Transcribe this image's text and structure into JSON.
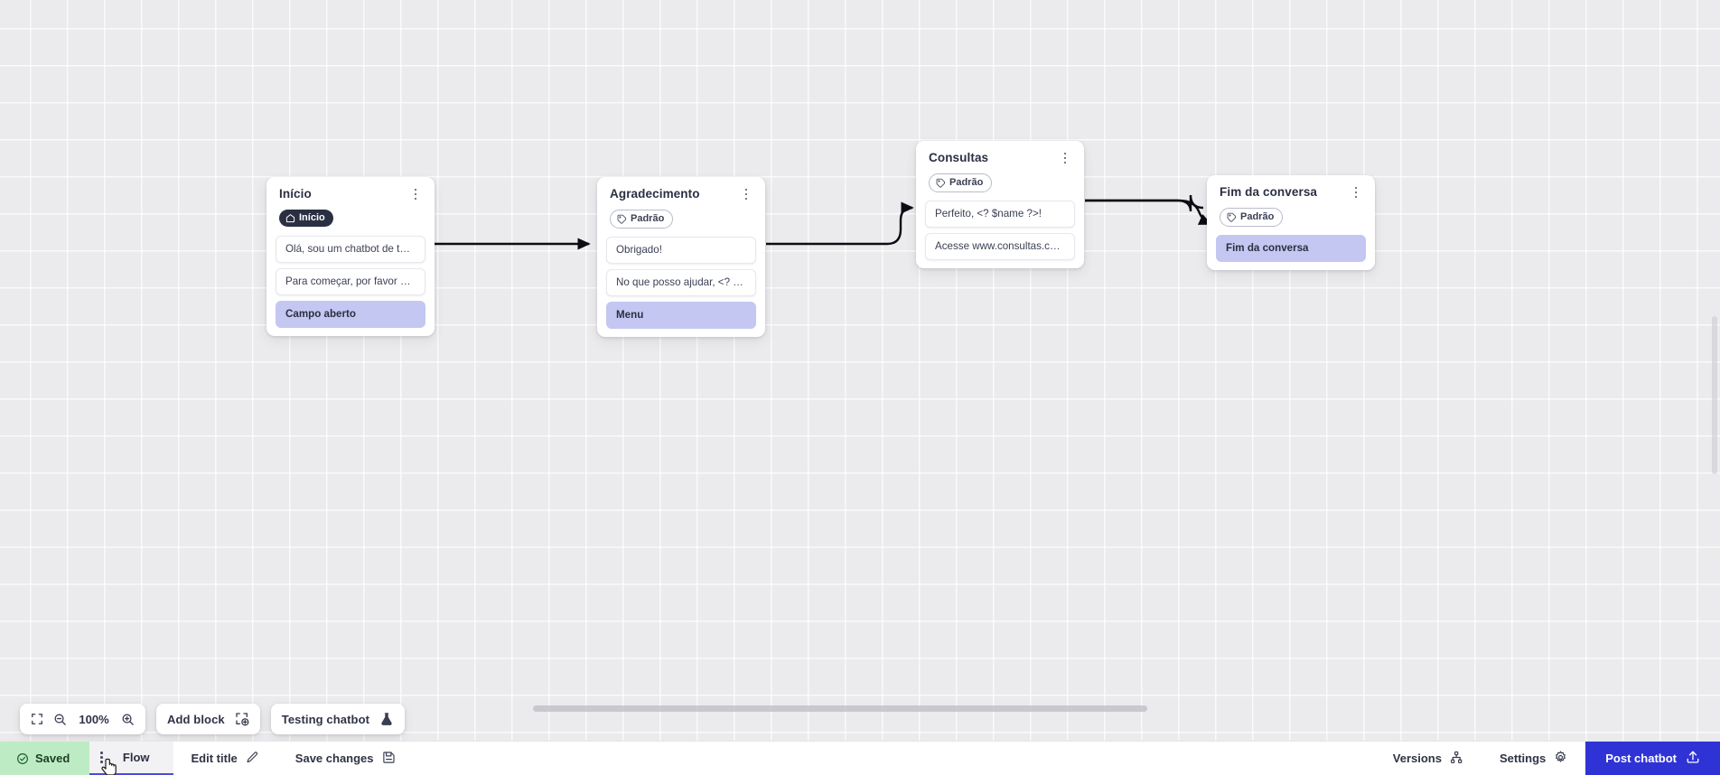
{
  "canvas": {
    "zoom_level": "100%",
    "nodes": [
      {
        "id": "inicio",
        "title": "Início",
        "badge": {
          "label": "Início",
          "icon": "home-icon",
          "style": "home"
        },
        "rows": [
          {
            "text": "Olá, sou um chatbot de teste!",
            "accent": false
          },
          {
            "text": "Para começar, por favor digite o ...",
            "accent": false
          },
          {
            "text": "Campo aberto",
            "accent": true
          }
        ]
      },
      {
        "id": "agradecimento",
        "title": "Agradecimento",
        "badge": {
          "label": "Padrão",
          "icon": "tag-icon",
          "style": "default"
        },
        "rows": [
          {
            "text": "Obrigado!",
            "accent": false
          },
          {
            "text": "No que posso ajudar, <? $name ...",
            "accent": false
          },
          {
            "text": "Menu",
            "accent": true
          }
        ]
      },
      {
        "id": "consultas",
        "title": "Consultas",
        "badge": {
          "label": "Padrão",
          "icon": "tag-icon",
          "style": "default"
        },
        "rows": [
          {
            "text": "Perfeito, <? $name ?>!",
            "accent": false
          },
          {
            "text": "Acesse www.consultas.com par...",
            "accent": false
          }
        ]
      },
      {
        "id": "fim-da-conversa",
        "title": "Fim da conversa",
        "badge": {
          "label": "Padrão",
          "icon": "tag-icon",
          "style": "default"
        },
        "rows": [
          {
            "text": "Fim da conversa",
            "accent": true
          }
        ]
      }
    ]
  },
  "toolbar": {
    "fit_icon": "fit-screen-icon",
    "zoom_out_icon": "zoom-out-icon",
    "zoom_level": "100%",
    "zoom_in_icon": "zoom-in-icon",
    "add_block_label": "Add block",
    "add_block_icon": "add-block-icon",
    "testing_chatbot_label": "Testing chatbot",
    "testing_chatbot_icon": "flask-icon"
  },
  "bottom_bar": {
    "saved_label": "Saved",
    "saved_icon": "check-circle-icon",
    "flow_tab_label": "Flow",
    "flow_tab_kebab_icon": "kebab-menu-icon",
    "edit_title_label": "Edit title",
    "edit_title_icon": "pencil-icon",
    "save_changes_label": "Save changes",
    "save_changes_icon": "floppy-disk-icon",
    "versions_label": "Versions",
    "versions_icon": "branch-icon",
    "settings_label": "Settings",
    "settings_icon": "gear-icon",
    "post_chatbot_label": "Post chatbot",
    "post_chatbot_icon": "upload-icon"
  },
  "colors": {
    "accent_row": "#c3c7f1",
    "primary_button": "#2f33d6",
    "saved_chip": "#bdecc4",
    "badge_home": "#2b2f42",
    "canvas_bg": "#ebeaec"
  }
}
